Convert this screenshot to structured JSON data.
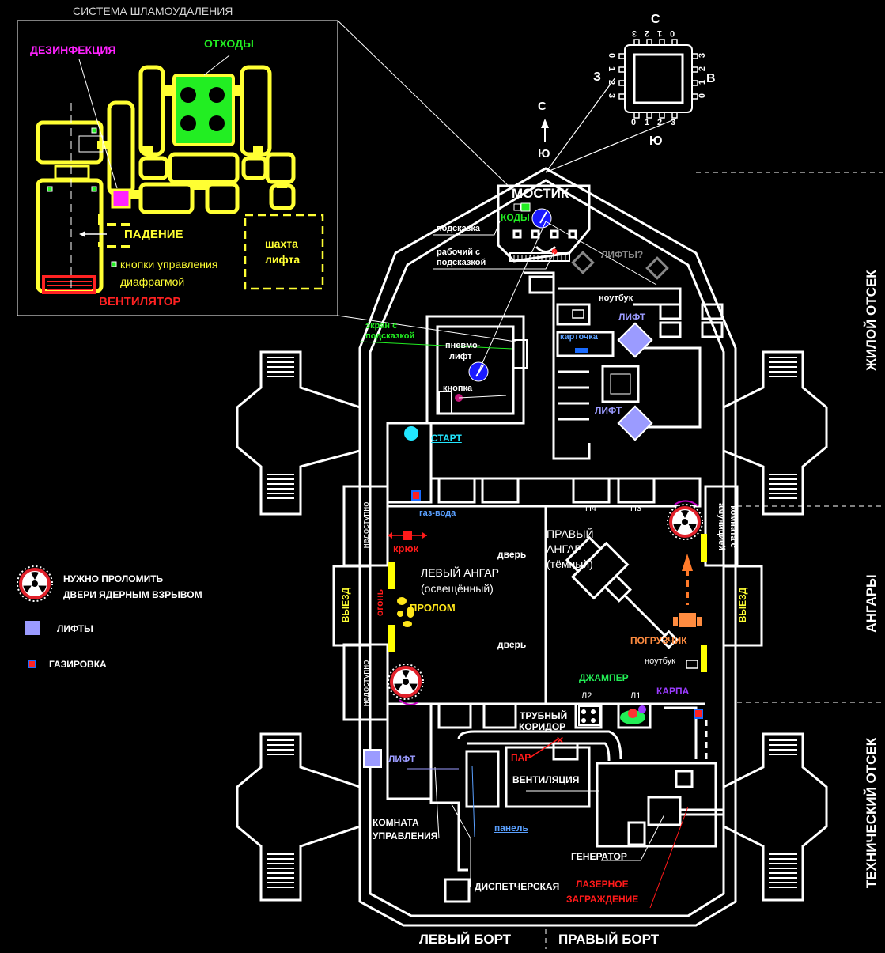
{
  "inset": {
    "title": "СИСТЕМА ШЛАМОУДАЛЕНИЯ",
    "disinfection": "ДЕЗИНФЕКЦИЯ",
    "waste": "ОТХОДЫ",
    "fall": "ПАДЕНИЕ",
    "shaft_line1": "шахта",
    "shaft_line2": "лифта",
    "buttons_line1": "кнопки управления",
    "buttons_line2": "диафрагмой",
    "fan": "ВЕНТИЛЯТОР"
  },
  "compass": {
    "north": "С",
    "east": "В",
    "south": "Ю",
    "west": "З",
    "top_digits": [
      "3",
      "2",
      "1",
      "0"
    ],
    "left_digits": [
      "0",
      "1",
      "2",
      "3"
    ],
    "right_digits": [
      "3",
      "2",
      "1",
      "0"
    ],
    "bottom_digits": [
      "0",
      "1",
      "2",
      "3"
    ],
    "ship_north": "С",
    "ship_south": "Ю"
  },
  "legend": {
    "nuke_line1": "НУЖНО ПРОЛОМИТЬ",
    "nuke_line2": "ДВЕРИ ЯДЕРНЫМ ВЗРЫВОМ",
    "lifts": "ЛИФТЫ",
    "soda": "ГАЗИРОВКА"
  },
  "sections": {
    "living": "ЖИЛОЙ ОТСЕК",
    "hangars": "АНГАРЫ",
    "technical": "ТЕХНИЧЕСКИЙ ОТСЕК",
    "port": "ЛЕВЫЙ БОРТ",
    "starboard": "ПРАВЫЙ БОРТ"
  },
  "labels": {
    "bridge": "МОСТИК",
    "codes": "КОДЫ",
    "hint": "подсказка",
    "workstation_line1": "рабочий с",
    "workstation_line2": "подсказкой",
    "lifts_q": "ЛИФТЫ?",
    "laptop_top": "ноутбук",
    "lift_top": "ЛИФТ",
    "screen_line1": "экран с",
    "screen_line2": "подсказкой",
    "card": "карточка",
    "pneumo_line1": "пневмо-",
    "pneumo_line2": "лифт",
    "button": "кнопка",
    "lift_mid": "ЛИФТ",
    "start": "СТАРТ",
    "gas_water": "газ-вода",
    "unavailable": "недоступно",
    "hook": "крюк",
    "door": "дверь",
    "left_hangar_line1": "ЛЕВЫЙ АНГАР",
    "left_hangar_line2": "(освещённый)",
    "fire": "огонь",
    "breach": "ПРОЛОМ",
    "exit": "ВЫЕЗД",
    "right_hangar_line1": "ПРАВЫЙ",
    "right_hangar_line2": "АНГАР",
    "right_hangar_line3": "(тёмный)",
    "ammo_line1": "комната с",
    "ammo_line2": "амуницией",
    "loader": "ПОГРУЗЧИК",
    "laptop_bottom": "ноутбук",
    "p4": "П4",
    "p3": "П3",
    "p2": "Л2",
    "p1": "Л1",
    "jumper": "ДЖАМПЕР",
    "carp": "КАРПА",
    "pipe_line1": "ТРУБНЫЙ",
    "pipe_line2": "КОРИДОР",
    "steam": "ПАР",
    "ventilation": "ВЕНТИЛЯЦИЯ",
    "lift_bottom": "ЛИФТ",
    "control_line1": "КОМНАТА",
    "control_line2": "УПРАВЛЕНИЯ",
    "panel": "панель",
    "dispatch": "ДИСПЕТЧЕРСКАЯ",
    "generator": "ГЕНЕРАТОР",
    "laser_line1": "ЛАЗЕРНОЕ",
    "laser_line2": "ЗАГРАЖДЕНИЕ"
  },
  "colors": {
    "wall": "#ffffff",
    "inset": "#ffff33",
    "waste": "#22ee22",
    "disinfection": "#ff22ff",
    "fan": "#ff2222",
    "lift": "#9b9bff",
    "cyan": "#22e6ff",
    "nuke_ring": "#e0202a"
  }
}
